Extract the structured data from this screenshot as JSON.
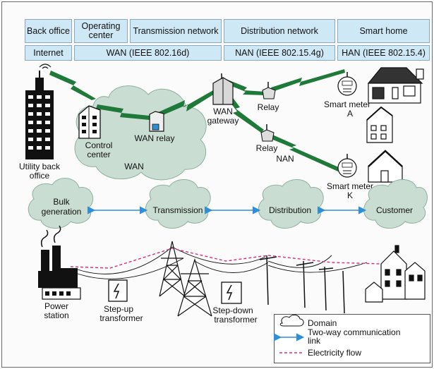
{
  "header_row1": [
    "Back office",
    "Operating center",
    "Transmission network",
    "Distribution network",
    "Smart home"
  ],
  "header_row2": [
    "Internet",
    "WAN (IEEE 802.16d)",
    "NAN (IEEE 802.15.4g)",
    "HAN (IEEE 802.15.4)"
  ],
  "nodes": {
    "utility": [
      "Utility back",
      "office"
    ],
    "control": [
      "Control",
      "center"
    ],
    "wan_relay": "WAN relay",
    "wan_cloud": "WAN",
    "gateway": [
      "WAN",
      "gateway"
    ],
    "relay1": "Relay",
    "relay2": "Relay",
    "nan": "NAN",
    "meter_a": [
      "Smart meter",
      "A"
    ],
    "meter_k": [
      "Smart meter",
      "K"
    ]
  },
  "domains": [
    [
      "Bulk",
      "generation"
    ],
    [
      "Transmission"
    ],
    [
      "Distribution"
    ],
    [
      "Customer"
    ]
  ],
  "grid_labels": {
    "power": [
      "Power",
      "station"
    ],
    "stepup": [
      "Step-up",
      "transformer"
    ],
    "stepdown": [
      "Step-down",
      "transformer"
    ]
  },
  "legend": {
    "domain": "Domain",
    "link": [
      "Two-way communication",
      "link"
    ],
    "flow": "Electricity flow"
  },
  "colors": {
    "cell_fill": "#cfe8f6",
    "cloud_fill": "#c9ddd2",
    "lightning": "#1f7a3a",
    "arrow": "#2f8fd6",
    "electricity_flow": "#d7307a"
  }
}
